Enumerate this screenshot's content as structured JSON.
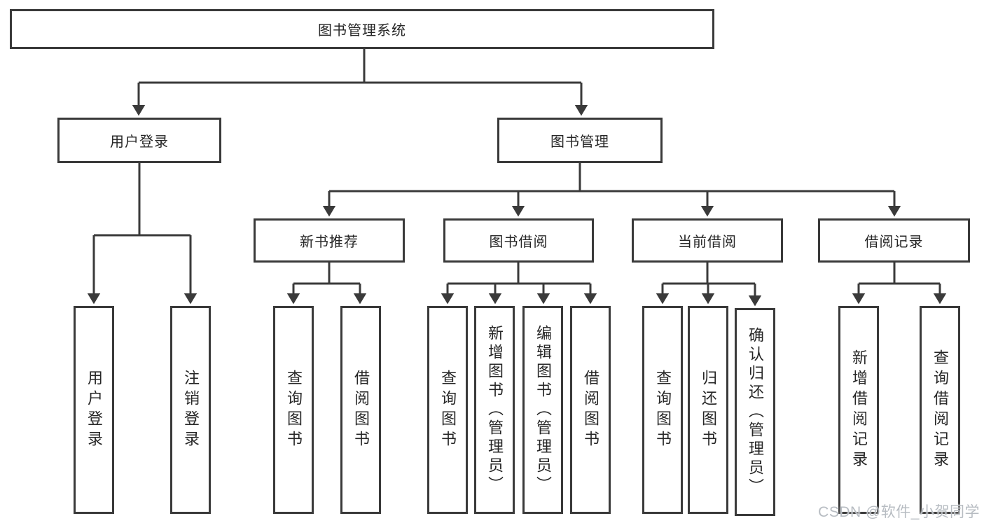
{
  "diagram": {
    "title_node": {
      "label": "图书管理系统"
    },
    "level2": {
      "user_login": {
        "label": "用户登录"
      },
      "book_mgmt": {
        "label": "图书管理"
      }
    },
    "level3": {
      "new_book_recommend": {
        "label": "新书推荐"
      },
      "book_borrow": {
        "label": "图书借阅"
      },
      "current_borrow": {
        "label": "当前借阅"
      },
      "borrow_records": {
        "label": "借阅记录"
      }
    },
    "leaves": {
      "user_login_leaf": {
        "label": "用户登录"
      },
      "logout_leaf": {
        "label": "注销登录"
      },
      "query_book_a": {
        "label": "查询图书"
      },
      "borrow_book_a": {
        "label": "借阅图书"
      },
      "query_book_b": {
        "label": "查询图书"
      },
      "add_book_admin": {
        "label": "新增图书（管理员）"
      },
      "edit_book_admin": {
        "label": "编辑图书（管理员）"
      },
      "borrow_book_b": {
        "label": "借阅图书"
      },
      "query_book_c": {
        "label": "查询图书"
      },
      "return_book": {
        "label": "归还图书"
      },
      "confirm_return_admin": {
        "label": "确认归还（管理员）"
      },
      "add_borrow_record": {
        "label": "新增借阅记录"
      },
      "query_borrow_record": {
        "label": "查询借阅记录"
      }
    }
  },
  "watermark": {
    "text": "CSDN @软件_小贺同学"
  },
  "colors": {
    "line": "#3a3a3a",
    "text": "#262626",
    "watermark": "#b7bcc2",
    "background": "#ffffff"
  }
}
